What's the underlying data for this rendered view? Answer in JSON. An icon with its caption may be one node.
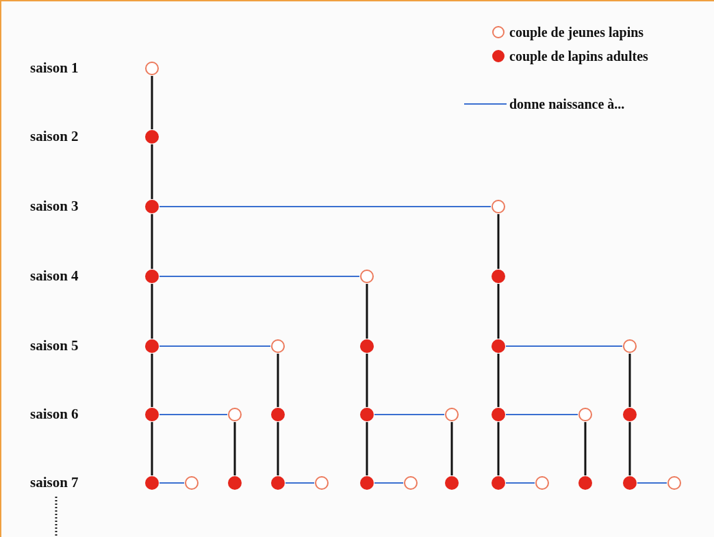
{
  "diagram": {
    "nodes": [
      {
        "text": [],
        "shape": "ring"
      },
      {
        "text": [],
        "shape": "dot"
      },
      {
        "text": [],
        "shape": "dot"
      },
      {
        "text": [],
        "shape": "ring"
      },
      {
        "text": [],
        "shape": "dot"
      },
      {
        "text": [],
        "shape": "ring"
      },
      {
        "text": [],
        "shape": "dot"
      },
      {
        "text": [],
        "shape": "dot"
      },
      {
        "text": [],
        "shape": "ring"
      },
      {
        "text": [],
        "shape": "dot"
      },
      {
        "text": [],
        "shape": "dot"
      },
      {
        "text": [],
        "shape": "ring"
      },
      {
        "text": [],
        "shape": "dot"
      },
      {
        "text": [],
        "shape": "ring"
      },
      {
        "text": [],
        "shape": "dot"
      },
      {
        "text": [],
        "shape": "dot"
      },
      {
        "text": [],
        "shape": "ring"
      },
      {
        "text": [],
        "shape": "dot"
      },
      {
        "text": [],
        "shape": "ring"
      },
      {
        "text": [],
        "shape": "dot"
      },
      {
        "text": [],
        "shape": "dot"
      },
      {
        "text": [],
        "shape": "ring"
      },
      {
        "text": [],
        "shape": "dot"
      },
      {
        "text": [],
        "shape": "dot"
      },
      {
        "text": [],
        "shape": "ring"
      },
      {
        "text": [],
        "shape": "dot"
      },
      {
        "text": [],
        "shape": "ring"
      },
      {
        "text": [],
        "shape": "dot"
      },
      {
        "text": [],
        "shape": "dot"
      },
      {
        "text": [],
        "shape": "ring"
      },
      {
        "text": [],
        "shape": "dot"
      },
      {
        "text": [],
        "shape": "dot"
      },
      {
        "text": [],
        "shape": "ring"
      }
    ],
    "edges": [
      {
        "from": 0,
        "to": 1,
        "arrow": "none"
      },
      {
        "from": 1,
        "to": 2,
        "arrow": "none"
      },
      {
        "from": 2,
        "to": 4,
        "arrow": "none"
      },
      {
        "from": 4,
        "to": 7,
        "arrow": "none"
      },
      {
        "from": 7,
        "to": 12,
        "arrow": "none"
      },
      {
        "from": 12,
        "to": 20,
        "arrow": "none"
      },
      {
        "from": 3,
        "to": 6,
        "arrow": "none"
      },
      {
        "from": 6,
        "to": 10,
        "arrow": "none"
      },
      {
        "from": 10,
        "to": 17,
        "arrow": "none"
      },
      {
        "from": 17,
        "to": 28,
        "arrow": "none"
      },
      {
        "from": 5,
        "to": 9,
        "arrow": "none"
      },
      {
        "from": 9,
        "to": 15,
        "arrow": "none"
      },
      {
        "from": 15,
        "to": 25,
        "arrow": "none"
      },
      {
        "from": 8,
        "to": 14,
        "arrow": "none"
      },
      {
        "from": 14,
        "to": 23,
        "arrow": "none"
      },
      {
        "from": 11,
        "to": 19,
        "arrow": "none"
      },
      {
        "from": 19,
        "to": 31,
        "arrow": "none"
      },
      {
        "from": 13,
        "to": 22,
        "arrow": "none"
      },
      {
        "from": 16,
        "to": 27,
        "arrow": "none"
      },
      {
        "from": 18,
        "to": 30,
        "arrow": "none"
      },
      {
        "from": 2,
        "to": 3,
        "arrow": "none",
        "color": "#3a6fd0"
      },
      {
        "from": 4,
        "to": 5,
        "arrow": "none",
        "color": "#3a6fd0"
      },
      {
        "from": 7,
        "to": 8,
        "arrow": "none",
        "color": "#3a6fd0"
      },
      {
        "from": 10,
        "to": 11,
        "arrow": "none",
        "color": "#3a6fd0"
      },
      {
        "from": 12,
        "to": 13,
        "arrow": "none",
        "color": "#3a6fd0"
      },
      {
        "from": 15,
        "to": 16,
        "arrow": "none",
        "color": "#3a6fd0"
      },
      {
        "from": 17,
        "to": 18,
        "arrow": "none",
        "color": "#3a6fd0"
      },
      {
        "from": 20,
        "to": 21,
        "arrow": "none",
        "color": "#3a6fd0"
      },
      {
        "from": 23,
        "to": 24,
        "arrow": "none",
        "color": "#3a6fd0"
      },
      {
        "from": 25,
        "to": 26,
        "arrow": "none",
        "color": "#3a6fd0"
      },
      {
        "from": 28,
        "to": 29,
        "arrow": "none",
        "color": "#3a6fd0"
      },
      {
        "from": 31,
        "to": 32,
        "arrow": "none",
        "color": "#3a6fd0"
      }
    ],
    "labels": [
      "saison 1",
      "saison 2",
      "saison 3",
      "saison 4",
      "saison 5",
      "saison 6",
      "saison 7"
    ],
    "legend": [
      {
        "text": "couple de jeunes lapins"
      },
      {
        "text": "couple de lapins adultes"
      },
      {
        "text": "donne naissance à..."
      }
    ]
  }
}
